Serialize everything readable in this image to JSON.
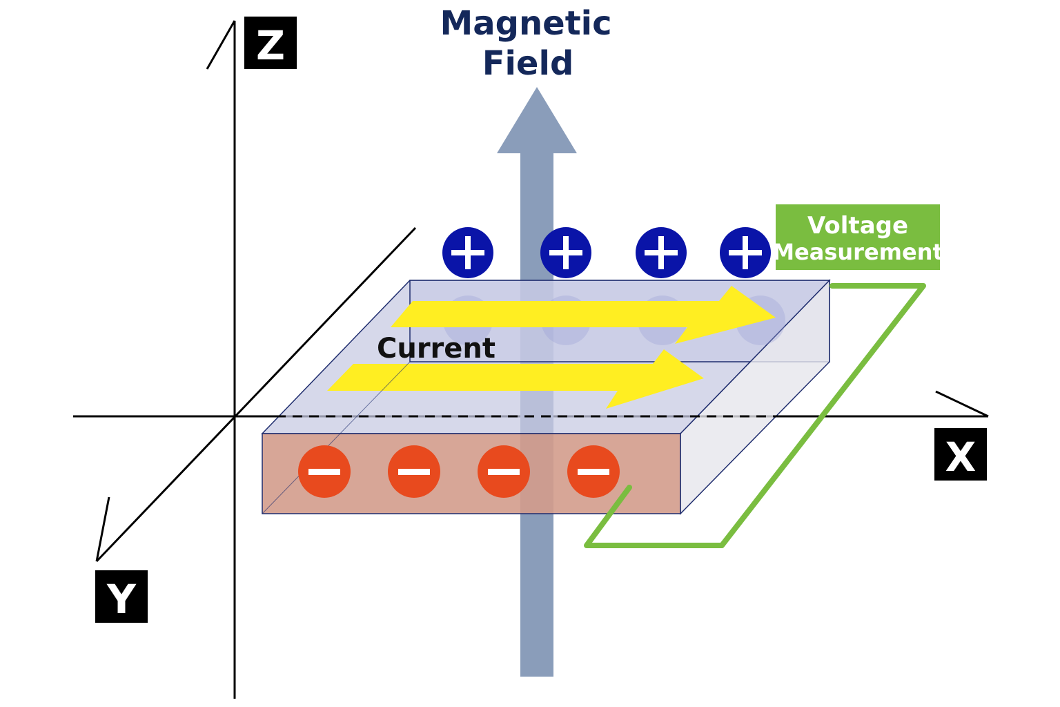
{
  "title": {
    "line1": "Magnetic",
    "line2": "Field"
  },
  "axes": {
    "z": "Z",
    "x": "X",
    "y": "Y"
  },
  "current_label": "Current",
  "voltage_label": {
    "line1": "Voltage",
    "line2": "Measurement"
  },
  "charges": {
    "positive_symbol": "+",
    "negative_symbol": "−",
    "positive_count": 4,
    "negative_count": 4
  },
  "colors": {
    "title": "#14285a",
    "field_arrow": "#8a9dba",
    "positive_charge": "#0a14a8",
    "negative_charge": "#e84a1e",
    "current_arrow": "#ffee22",
    "voltage_box": "#7abd40",
    "wire": "#7abd40",
    "slab_front": "#d39c8c",
    "slab_top": "#c4c8e0",
    "axis_box": "#000000"
  }
}
